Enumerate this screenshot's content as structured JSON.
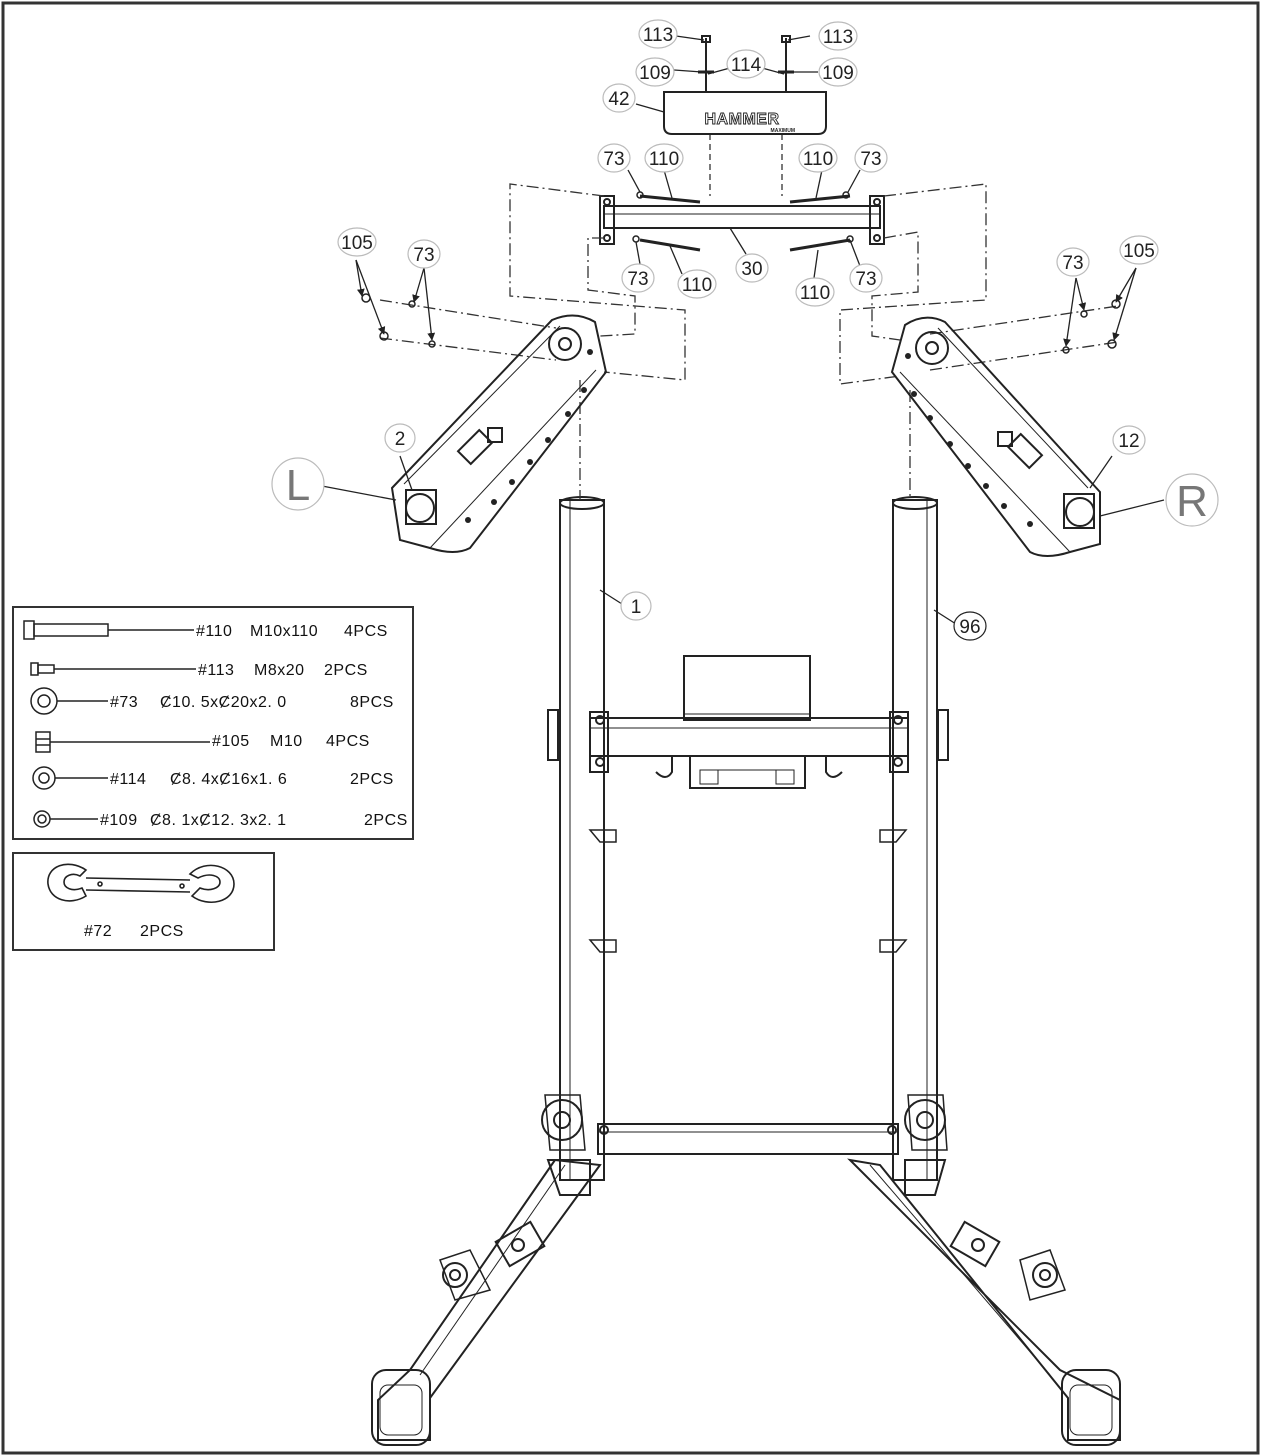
{
  "brand": {
    "name": "HAMMER",
    "subline": "MAXIMUM"
  },
  "side_labels": {
    "left": "L",
    "right": "R"
  },
  "callouts": [
    {
      "id": "c113a",
      "text": "113"
    },
    {
      "id": "c113b",
      "text": "113"
    },
    {
      "id": "c109a",
      "text": "109"
    },
    {
      "id": "c114",
      "text": "114"
    },
    {
      "id": "c109b",
      "text": "109"
    },
    {
      "id": "c42",
      "text": "42"
    },
    {
      "id": "c73a",
      "text": "73"
    },
    {
      "id": "c110a",
      "text": "110"
    },
    {
      "id": "c110b",
      "text": "110"
    },
    {
      "id": "c73b",
      "text": "73"
    },
    {
      "id": "c30",
      "text": "30"
    },
    {
      "id": "c73c",
      "text": "73"
    },
    {
      "id": "c110c",
      "text": "110"
    },
    {
      "id": "c110d",
      "text": "110"
    },
    {
      "id": "c73d",
      "text": "73"
    },
    {
      "id": "c105a",
      "text": "105"
    },
    {
      "id": "c73e",
      "text": "73"
    },
    {
      "id": "c73f",
      "text": "73"
    },
    {
      "id": "c105b",
      "text": "105"
    },
    {
      "id": "c2",
      "text": "2"
    },
    {
      "id": "c12",
      "text": "12"
    },
    {
      "id": "c1",
      "text": "1"
    },
    {
      "id": "c96",
      "text": "96"
    }
  ],
  "parts_list": [
    {
      "number": "#110",
      "spec": "M10x110",
      "qty": "4PCS",
      "icon": "long-bolt-icon"
    },
    {
      "number": "#113",
      "spec": "M8x20",
      "qty": "2PCS",
      "icon": "short-bolt-icon"
    },
    {
      "number": "#73",
      "spec": "Ȼ10. 5xȻ20x2. 0",
      "qty": "8PCS",
      "icon": "washer-icon"
    },
    {
      "number": "#105",
      "spec": "M10",
      "qty": "4PCS",
      "icon": "nut-icon"
    },
    {
      "number": "#114",
      "spec": "Ȼ8. 4xȻ16x1. 6",
      "qty": "2PCS",
      "icon": "washer-icon"
    },
    {
      "number": "#109",
      "spec": "Ȼ8. 1xȻ12. 3x2. 1",
      "qty": "2PCS",
      "icon": "spring-washer-icon"
    }
  ],
  "tool": {
    "number": "#72",
    "qty": "2PCS",
    "icon": "wrench-icon"
  }
}
